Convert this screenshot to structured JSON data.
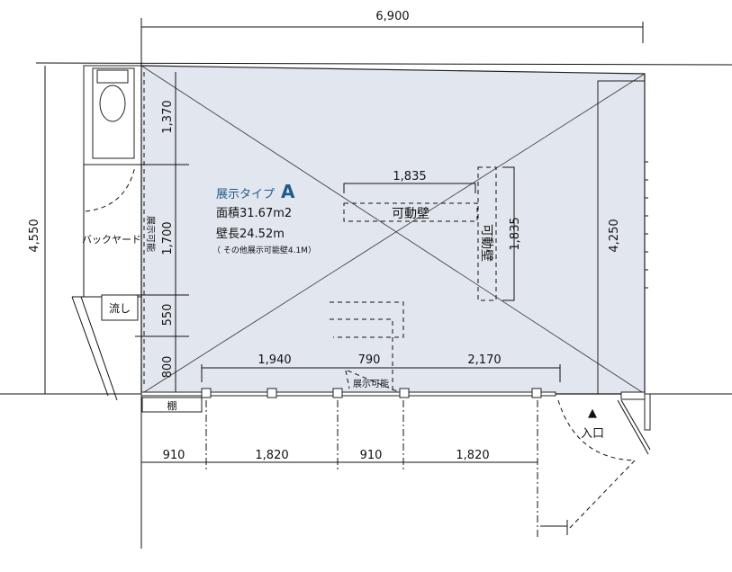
{
  "dimensions": {
    "total_width": "6,900",
    "total_depth": "4,550",
    "right_wall": "4,250",
    "left_segments": [
      "1,370",
      "1,700",
      "550",
      "800"
    ],
    "movable_wall_h": "1,835",
    "movable_wall_v": "1,835",
    "front_inner": [
      "1,940",
      "790",
      "2,170"
    ],
    "front_outer": [
      "910",
      "1,820",
      "910",
      "1,820"
    ]
  },
  "info": {
    "type_label": "展示タイプ",
    "type_letter": "A",
    "area": "面積31.67m2",
    "wall_length": "壁長24.52m",
    "note": "（ その他展示可能壁4.1M）"
  },
  "labels": {
    "movable_wall": "可動壁",
    "backyard": "バックヤード",
    "sink": "流し",
    "shelf": "棚",
    "display_ok": "展示可能",
    "entrance_arrow": "▲",
    "entrance": "入口"
  },
  "colors": {
    "floor": "#e2e7ef",
    "accent": "#1f5a8a"
  }
}
